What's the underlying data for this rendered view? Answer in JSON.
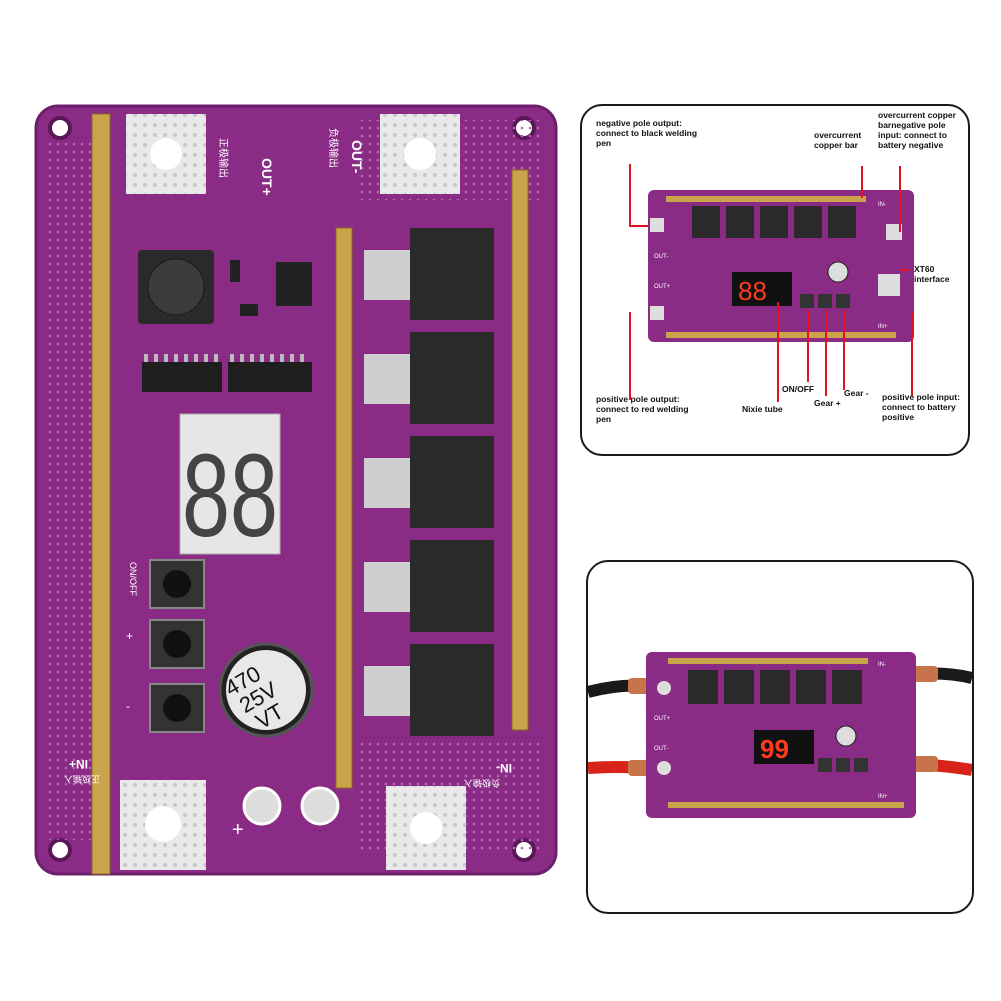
{
  "board": {
    "silkscreen_out_plus": "OUT+",
    "silkscreen_out_plus_cn": "正极输出",
    "silkscreen_out_minus": "OUT-",
    "silkscreen_out_minus_cn": "负极输出",
    "silkscreen_in_plus": "IN+",
    "silkscreen_in_plus_cn": "正极输入",
    "silkscreen_in_minus": "IN-",
    "silkscreen_in_minus_cn": "负极输入",
    "silkscreen_onoff": "ON/OFF",
    "silkscreen_plus": "+",
    "silkscreen_minus": "-",
    "capacitor_value": "470",
    "capacitor_voltage": "25V",
    "capacitor_series": "VT",
    "display_digits": "88",
    "pad_plus": "+"
  },
  "diagram": {
    "labels": {
      "negative_output": "negative pole output: connect to black welding pen",
      "overcurrent_bar": "overcurrent copper bar",
      "negative_input": "overcurrent copper barnegative pole input: connect to battery negative",
      "xt60": "XT60 interface",
      "positive_output": "positive pole output: connect to red welding pen",
      "nixie_tube": "Nixie tube",
      "on_off": "ON/OFF",
      "gear_plus": "Gear +",
      "gear_minus": "Gear -",
      "positive_input": "positive pole input: connect to battery positive"
    },
    "board_text": {
      "out_minus": "OUT-",
      "out_plus": "OUT+",
      "in_minus": "IN-",
      "in_plus": "IN+",
      "display": "88"
    }
  },
  "demo": {
    "display": "99",
    "out_plus": "OUT+",
    "out_minus": "OUT-",
    "in_minus": "IN-",
    "in_plus": "IN+"
  },
  "colors": {
    "pcb": "#8a2b86",
    "pcb_dark": "#6d1f6b",
    "copper": "#c9a44a",
    "display_red": "#ff3b1f",
    "callout_red": "#e0141e"
  }
}
